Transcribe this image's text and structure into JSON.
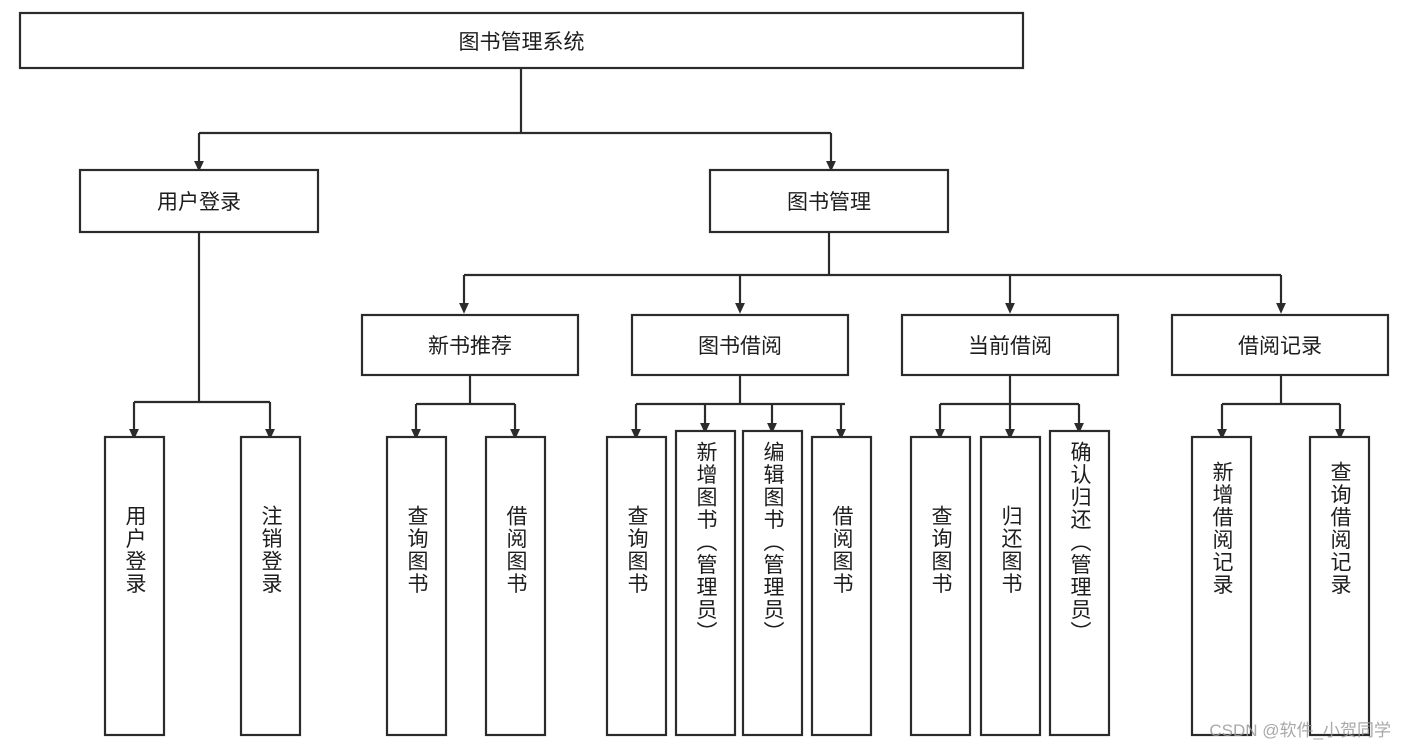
{
  "diagram": {
    "title": "图书管理系统",
    "type": "tree-hierarchy",
    "watermark": "CSDN @软件_小贺同学",
    "colors": {
      "box_stroke": "#2b2b2b",
      "box_fill": "#ffffff",
      "text": "#1d1d1d",
      "background": "#ffffff",
      "watermark": "#9a9a9a"
    },
    "root": {
      "label": "图书管理系统",
      "orientation": "horizontal"
    },
    "level2": [
      {
        "label": "用户登录",
        "orientation": "horizontal"
      },
      {
        "label": "图书管理",
        "orientation": "horizontal"
      }
    ],
    "level3": [
      {
        "label": "新书推荐",
        "orientation": "horizontal",
        "parent": "图书管理"
      },
      {
        "label": "图书借阅",
        "orientation": "horizontal",
        "parent": "图书管理"
      },
      {
        "label": "当前借阅",
        "orientation": "horizontal",
        "parent": "图书管理"
      },
      {
        "label": "借阅记录",
        "orientation": "horizontal",
        "parent": "图书管理"
      }
    ],
    "leaves": {
      "用户登录": [
        {
          "label": "用户登录",
          "orientation": "vertical"
        },
        {
          "label": "注销登录",
          "orientation": "vertical"
        }
      ],
      "新书推荐": [
        {
          "label": "查询图书",
          "orientation": "vertical"
        },
        {
          "label": "借阅图书",
          "orientation": "vertical"
        }
      ],
      "图书借阅": [
        {
          "label": "查询图书",
          "orientation": "vertical"
        },
        {
          "label": "新增图书（管理员）",
          "orientation": "vertical"
        },
        {
          "label": "编辑图书（管理员）",
          "orientation": "vertical"
        },
        {
          "label": "借阅图书",
          "orientation": "vertical"
        }
      ],
      "当前借阅": [
        {
          "label": "查询图书",
          "orientation": "vertical"
        },
        {
          "label": "归还图书",
          "orientation": "vertical"
        },
        {
          "label": "确认归还（管理员）",
          "orientation": "vertical"
        }
      ],
      "借阅记录": [
        {
          "label": "新增借阅记录",
          "orientation": "vertical"
        },
        {
          "label": "查询借阅记录",
          "orientation": "vertical"
        }
      ]
    }
  }
}
